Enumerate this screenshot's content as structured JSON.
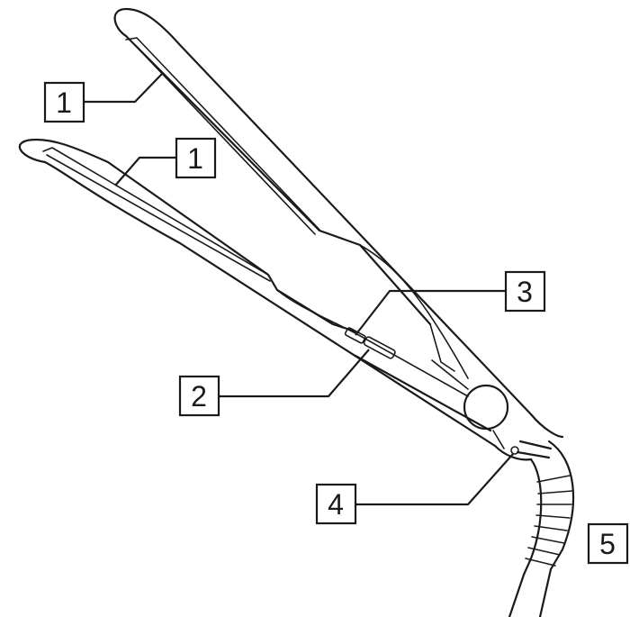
{
  "diagram": {
    "callouts": [
      {
        "id": "upper-plate",
        "label": "1"
      },
      {
        "id": "lower-plate",
        "label": "1"
      },
      {
        "id": "switch",
        "label": "2"
      },
      {
        "id": "indicator",
        "label": "3"
      },
      {
        "id": "hanging-loop",
        "label": "4"
      },
      {
        "id": "swivel-cord",
        "label": "5"
      }
    ]
  }
}
